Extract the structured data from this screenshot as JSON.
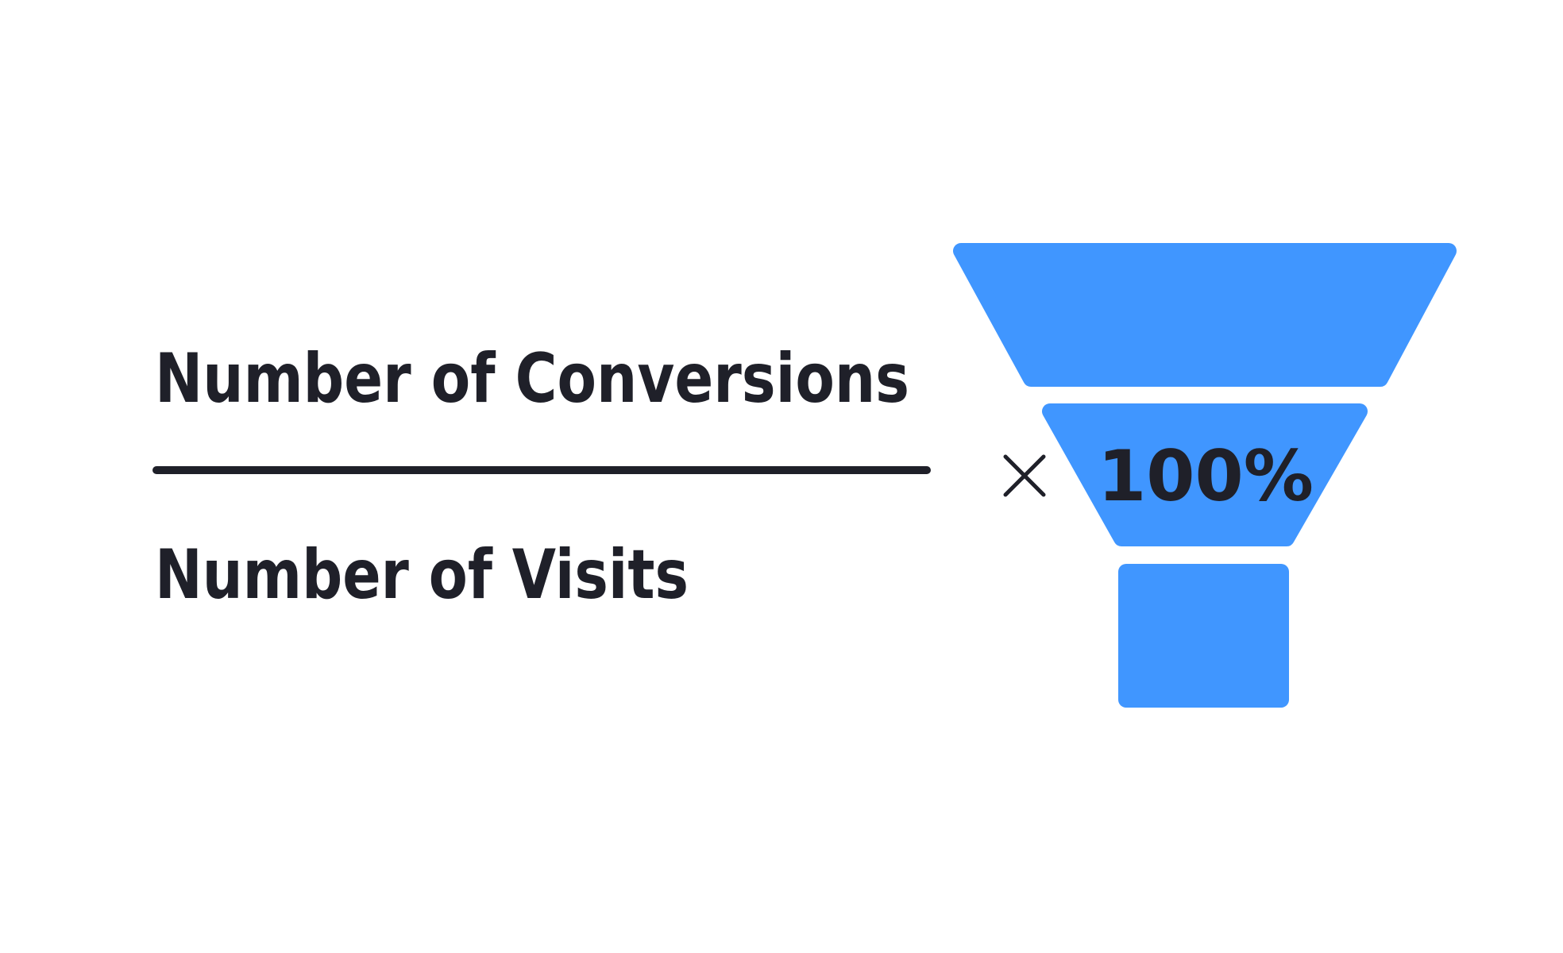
{
  "formula": {
    "numerator": "Number of Conversions",
    "denominator": "Number of Visits",
    "multiplier_symbol": "×",
    "multiplier": "100%"
  },
  "colors": {
    "funnel": "#4096ff",
    "text": "#1f2029"
  },
  "icons": [
    "funnel-icon",
    "multiply-icon"
  ]
}
